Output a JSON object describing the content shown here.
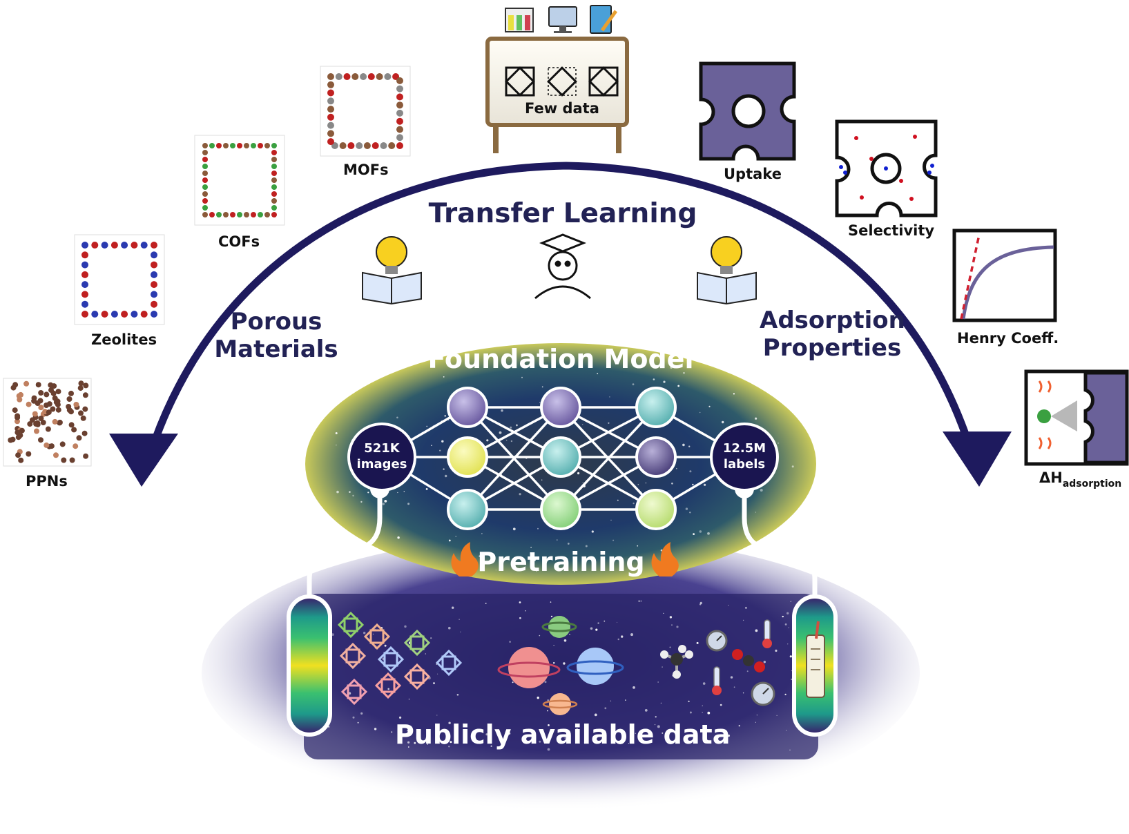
{
  "materials": {
    "heading_line1": "Porous",
    "heading_line2": "Materials",
    "ppns": "PPNs",
    "zeolites": "Zeolites",
    "cofs": "COFs",
    "mofs": "MOFs"
  },
  "properties": {
    "heading_line1": "Adsorption",
    "heading_line2": "Properties",
    "uptake": "Uptake",
    "selectivity": "Selectivity",
    "henry": "Henry Coeff.",
    "dh_main": "ΔH",
    "dh_sub": "adsorption"
  },
  "transfer": {
    "title": "Transfer Learning",
    "few_data": "Few data"
  },
  "foundation": {
    "title": "Foundation Model",
    "input_line1": "521K",
    "input_line2": "images",
    "output_line1": "12.5M",
    "output_line2": "labels",
    "pretraining": "Pretraining"
  },
  "data": {
    "title": "Publicly available data"
  },
  "colors": {
    "arc": "#1e1a5e",
    "title_text": "#222255",
    "pore_fill": "#6a6199",
    "ellipse_center": "#2a3a5e",
    "ellipse_glow": "#c8c860",
    "data_band": "#2c2466"
  },
  "icons": [
    "test-tubes-icon",
    "monitor-icon",
    "notebook-icon",
    "lightbulb-book-icon",
    "student-icon",
    "fire-icon",
    "planet-icon",
    "thermometer-icon",
    "pressure-gauge-icon",
    "molecule-icon",
    "scroll-icon"
  ]
}
